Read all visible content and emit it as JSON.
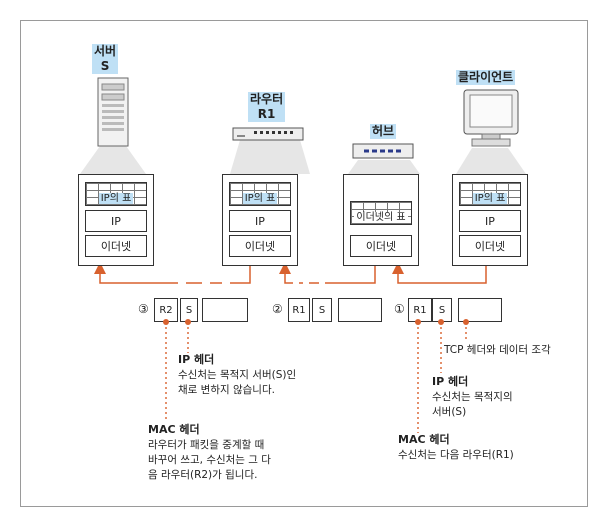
{
  "nodes": {
    "server": {
      "title_line1": "서버",
      "title_line2": "S",
      "table_label": "IP의 표",
      "ip_label": "IP",
      "ethernet_label": "이더넷"
    },
    "router": {
      "title_line1": "라우터",
      "title_line2": "R1",
      "table_label": "IP의 표",
      "ip_label": "IP",
      "ethernet_label": "이더넷"
    },
    "hub": {
      "title": "허브",
      "table_label": "이더넷의 표",
      "ethernet_label": "이더넷"
    },
    "client": {
      "title": "클라이언트",
      "table_label": "IP의 표",
      "ip_label": "IP",
      "ethernet_label": "이더넷"
    }
  },
  "packets": [
    {
      "number": "③",
      "mac_dest": "R2",
      "ip_dest": "S"
    },
    {
      "number": "②",
      "mac_dest": "R1",
      "ip_dest": "S"
    },
    {
      "number": "①",
      "mac_dest": "R1",
      "ip_dest": "S"
    }
  ],
  "annotations": {
    "tcp": "TCP 헤더와 데이터 조각",
    "ip_header_left": {
      "title": "IP 헤더",
      "line1": "수신처는 목적지 서버(S)인",
      "line2": "채로 변하지 않습니다."
    },
    "mac_header_left": {
      "title": "MAC 헤더",
      "line1": "라우터가 패킷을 중계할 때",
      "line2": "바꾸어 쓰고, 수신처는 그 다",
      "line3": "음 라우터(R2)가 됩니다."
    },
    "ip_header_right": {
      "title": "IP 헤더",
      "line1": "수신처는 목적지의",
      "line2": "서버(S)"
    },
    "mac_header_right": {
      "title": "MAC 헤더",
      "line1": "수신처는 다음 라우터(R1)"
    }
  },
  "colors": {
    "accent": "#d8612e",
    "highlight": "#bfe0f5"
  }
}
